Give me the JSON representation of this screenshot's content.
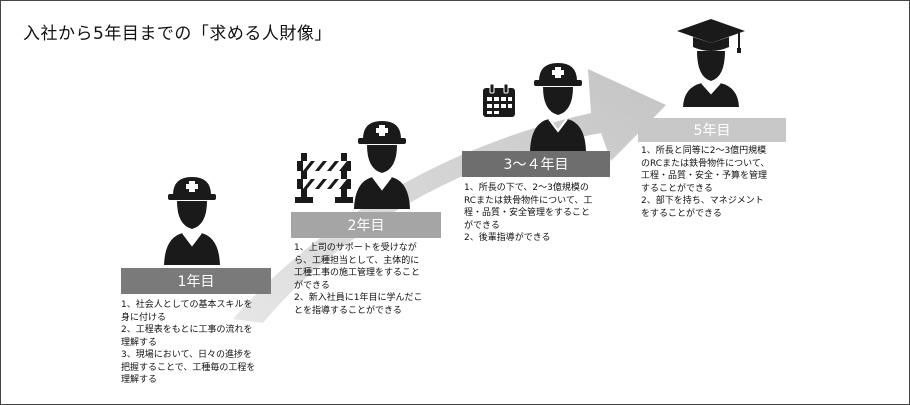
{
  "title": "入社から5年目までの「求める人財像」",
  "colors": {
    "label_dark": "#6e6e6e",
    "label_mid": "#9a9a9a",
    "label_light": "#c2c2c2",
    "arrow": "#cfcfcf"
  },
  "icons": [
    "hardhat-worker-icon",
    "road-barrier-icon",
    "calendar-icon",
    "graduate-worker-icon"
  ],
  "stages": [
    {
      "label": "1年目",
      "lines": [
        "1、社会人としての基本スキルを",
        "身に付ける",
        "2、工程表をもとに工事の流れを",
        "理解する",
        "3、現場において、日々の進捗を",
        "把握することで、工種毎の工程を",
        "理解する"
      ]
    },
    {
      "label": "2年目",
      "lines": [
        "1、上司のサポートを受けなが",
        "ら、工種担当として、主体的に",
        "工種工事の施工管理をすること",
        "ができる",
        "2、新入社員に1年目に学んだこ",
        "とを指導することができる"
      ]
    },
    {
      "label": "3～４年目",
      "lines": [
        "1、所長の下で、2～3億規模の",
        "RCまたは鉄骨物件について、工",
        "程・品質・安全管理をすること",
        "ができる",
        "2、後輩指導ができる"
      ]
    },
    {
      "label": "5年目",
      "lines": [
        "1、所長と同等に2～3億円規模",
        "のRCまたは鉄骨物件について、",
        "工程・品質・安全・予算を管理",
        "することができる",
        "2、部下を持ち、マネジメント",
        "をすることができる"
      ]
    }
  ]
}
